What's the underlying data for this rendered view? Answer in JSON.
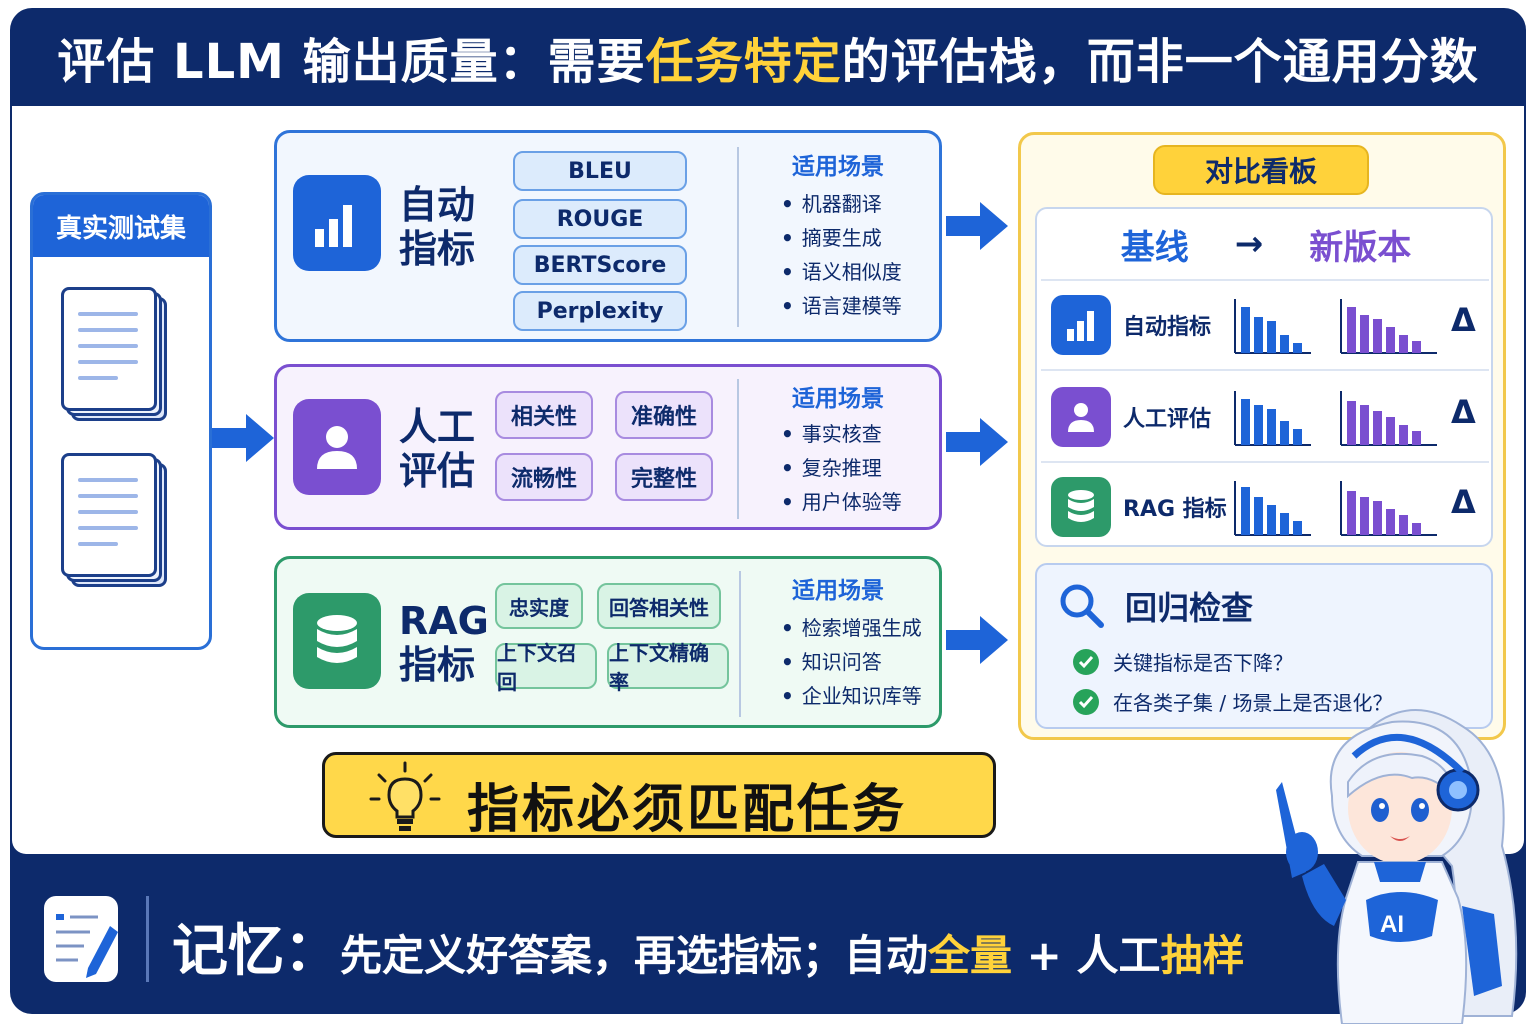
{
  "header": {
    "title_a": "评估 LLM 输出质量：需要",
    "title_highlight": "任务特定",
    "title_b": "的评估栈，而非一个通用分数"
  },
  "test_set": {
    "title": "真实测试集"
  },
  "cards": {
    "auto": {
      "title_line1": "自动",
      "title_line2": "指标",
      "metrics": [
        "BLEU",
        "ROUGE",
        "BERTScore",
        "Perplexity"
      ],
      "scenario_title": "适用场景",
      "scenarios": [
        "机器翻译",
        "摘要生成",
        "语义相似度",
        "语言建模等"
      ]
    },
    "human": {
      "title_line1": "人工",
      "title_line2": "评估",
      "metrics": [
        "相关性",
        "准确性",
        "流畅性",
        "完整性"
      ],
      "scenario_title": "适用场景",
      "scenarios": [
        "事实核查",
        "复杂推理",
        "用户体验等"
      ]
    },
    "rag": {
      "title_line1": "RAG",
      "title_line2": "指标",
      "metrics": [
        "忠实度",
        "回答相关性",
        "上下文召回",
        "上下文精确率"
      ],
      "scenario_title": "适用场景",
      "scenarios": [
        "检索增强生成",
        "知识问答",
        "企业知识库等"
      ]
    }
  },
  "dashboard": {
    "title": "对比看板",
    "baseline": "基线",
    "arrow": "→",
    "new_version": "新版本",
    "rows": [
      {
        "label": "自动指标",
        "delta": "Δ"
      },
      {
        "label": "人工评估",
        "delta": "Δ"
      },
      {
        "label": "RAG 指标",
        "delta": "Δ"
      }
    ],
    "regression": {
      "title": "回归检查",
      "items": [
        "关键指标是否下降？",
        "在各类子集 / 场景上是否退化？"
      ]
    }
  },
  "banner": {
    "text": "指标必须匹配任务"
  },
  "footer": {
    "lead": "记忆：",
    "part1": "先定义好答案，再选指标；自动",
    "hl1": "全量",
    "part2": " + 人工",
    "hl2": "抽样"
  },
  "colors": {
    "navy": "#0d2a6b",
    "blue": "#1e64d8",
    "purple": "#7a4fd0",
    "green": "#2d9a6a",
    "yellow": "#ffd23a"
  }
}
